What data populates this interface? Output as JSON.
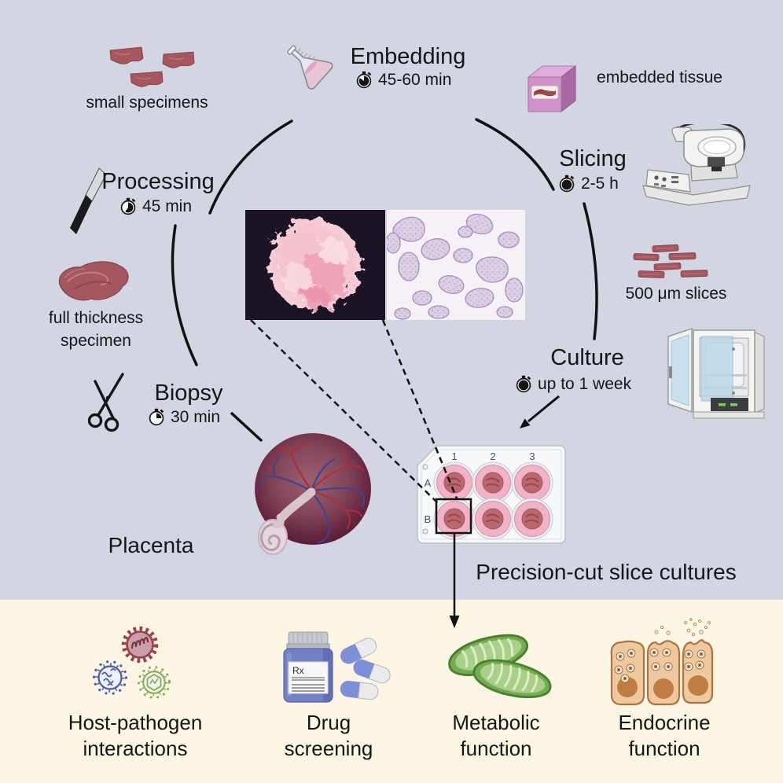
{
  "figure": {
    "background_top": "#d2d6e3",
    "background_bottom": "#fbf6e4",
    "accent_tissue_red": "#a6565e",
    "accent_pink_medium": "#f0b3c7",
    "accent_cube_pink": "#cf92c8"
  },
  "cycle": {
    "start": {
      "label": "Placenta"
    },
    "steps": {
      "biopsy": {
        "label": "Biopsy",
        "duration": "30 min"
      },
      "processing": {
        "label": "Processing",
        "duration": "45 min"
      },
      "embedding": {
        "label": "Embedding",
        "duration": "45-60 min"
      },
      "slicing": {
        "label": "Slicing",
        "duration": "2-5 h"
      },
      "culture": {
        "label": "Culture",
        "duration": "up to 1 week"
      }
    },
    "specimens": {
      "small": "small specimens",
      "embedded": "embedded tissue",
      "slices": "500 μm slices",
      "full_thickness_1": "full thickness",
      "full_thickness_2": "specimen"
    }
  },
  "plate": {
    "caption": "Precision-cut slice cultures",
    "columns": [
      "1",
      "2",
      "3"
    ],
    "rows": [
      "A",
      "B"
    ]
  },
  "applications": {
    "host_pathogen": {
      "line1": "Host-pathogen",
      "line2": "interactions"
    },
    "drug": {
      "line1": "Drug",
      "line2": "screening",
      "bottle_label": "Rx"
    },
    "metabolic": {
      "line1": "Metabolic",
      "line2": "function"
    },
    "endocrine": {
      "line1": "Endocrine",
      "line2": "function"
    }
  },
  "icons": {
    "timer": "stopwatch-icon",
    "flask": "flask-icon",
    "scalpel": "scalpel-icon",
    "scissors": "scissors-icon",
    "microtome": "microtome-icon",
    "incubator": "incubator-icon",
    "embedded_cube": "embedded-tissue-cube-icon",
    "viruses": "virus-icons",
    "pills": "pill-bottle-capsules-icon",
    "mitochondria": "mitochondria-icon",
    "cells": "secretory-cells-icon"
  }
}
